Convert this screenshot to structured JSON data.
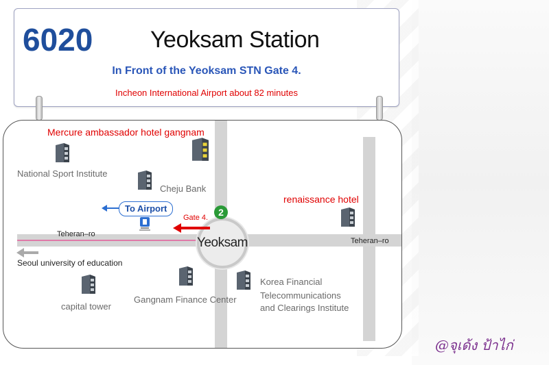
{
  "header": {
    "route_number": "6020",
    "station_name": "Yeoksam Station",
    "stop_description": "In Front of the Yeoksam STN Gate 4.",
    "airport_time": "Incheon International Airport about  82 minutes"
  },
  "map": {
    "center_station": "Yeoksam",
    "subway_line_number": "2",
    "gate_label": "Gate 4.",
    "to_airport_label": "To Airport",
    "road_left_label": "Teheran–ro",
    "road_right_label": "Teheran–ro",
    "direction_label": "Seoul  university of education",
    "landmarks": {
      "mercure": "Mercure ambassador hotel gangnam",
      "national_sport": "National Sport Institute",
      "cheju_bank": "Cheju Bank",
      "renaissance": "renaissance hotel",
      "capital_tower": "capital tower",
      "gangnam_finance": "Gangnam Finance Center",
      "korea_financial_1": "Korea Financial",
      "korea_financial_2": "Telecommunications",
      "korea_financial_3": "and Clearings Institute"
    }
  },
  "signature": "@จุเด้ง ป้าไก่",
  "colors": {
    "route_blue": "#1f4e9c",
    "desc_blue": "#2a56b8",
    "highlight_red": "#e00000",
    "line2_green": "#2a9a37",
    "road_gray": "#d4d4d4"
  },
  "icons": [
    "building-icon",
    "bus-stop-icon",
    "arrow-left-icon",
    "subway-line-badge"
  ]
}
